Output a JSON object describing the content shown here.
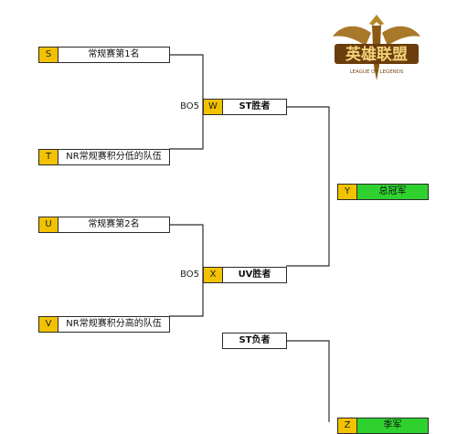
{
  "logo": {
    "title": "英雄联盟",
    "subtitle": "LEAGUE OF LEGENDS"
  },
  "slots": {
    "s": {
      "code": "S",
      "label": "常规赛第1名"
    },
    "t": {
      "code": "T",
      "label": "NR常规赛积分低的队伍"
    },
    "w": {
      "code": "W",
      "label": "ST胜者"
    },
    "u": {
      "code": "U",
      "label": "常规赛第2名"
    },
    "v": {
      "code": "V",
      "label": "NR常规赛积分高的队伍"
    },
    "x": {
      "code": "X",
      "label": "UV胜者"
    },
    "y": {
      "code": "Y",
      "label": "总冠军"
    },
    "st_loser": {
      "label": "ST负者"
    },
    "z": {
      "code": "Z",
      "label": "季军"
    }
  },
  "series_labels": {
    "w": "BO5",
    "x": "BO5"
  },
  "colors": {
    "code_fill": "#f2c200",
    "winner_fill": "#2fd12f",
    "line": "#2b2b2b"
  }
}
